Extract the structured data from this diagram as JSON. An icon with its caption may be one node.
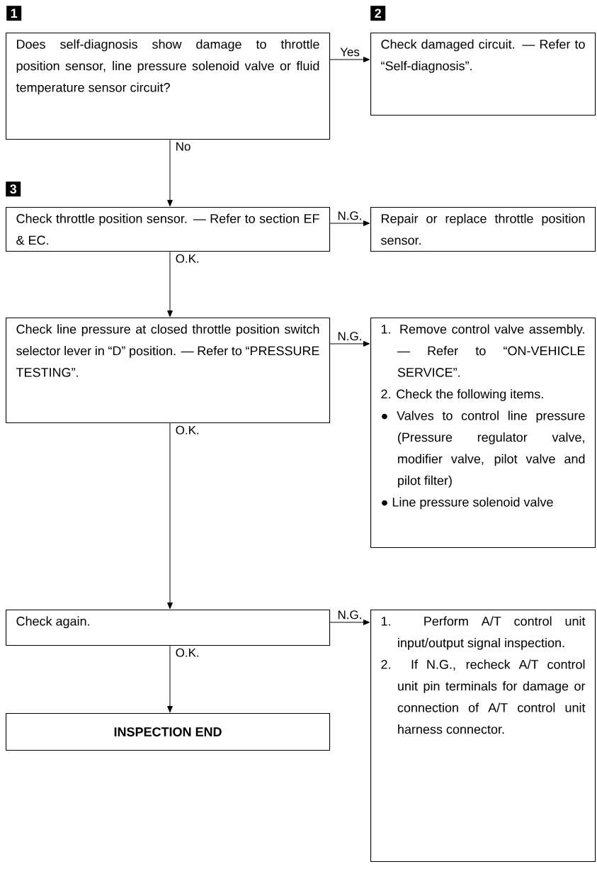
{
  "diagram": {
    "nodes": [
      {
        "text": [
          "Does self-diagnosis show damage to throttle position sensor, line pressure solenoid valve or fluid temperature sensor circuit?"
        ]
      },
      {
        "text": [
          "Check damaged circuit. — Refer to “Self-diagnosis”."
        ]
      },
      {
        "text": [
          "Check throttle position sensor. — Refer to section EF & EC."
        ]
      },
      {
        "text": [
          "Repair or replace throttle position sensor."
        ]
      },
      {
        "text": [
          "Check line pressure at closed throttle position switch selector lever in “D” position. — Refer to “PRESSURE TESTING”."
        ]
      },
      {
        "text": [
          "1. Remove control valve assembly. — Refer to “ON-VEHICLE SERVICE”.",
          "2. Check the following items.",
          "● Valves to control line pressure (Pressure regulator valve, modifier valve, pilot valve and pilot filter)",
          "● Line pressure solenoid valve"
        ]
      },
      {
        "text": [
          "Check again."
        ]
      },
      {
        "text": [
          "1. Perform A/T control unit input/output signal inspection.",
          "2. If N.G., recheck A/T control unit pin terminals for damage or connection of A/T control unit harness connector."
        ]
      },
      {
        "text": [
          "INSPECTION END"
        ]
      }
    ],
    "edges": [
      {
        "from": 0,
        "to": 1,
        "arrow": "to",
        "label": "Yes"
      },
      {
        "from": 0,
        "to": 2,
        "arrow": "to",
        "label": "No"
      },
      {
        "from": 2,
        "to": 3,
        "arrow": "to",
        "label": "N.G."
      },
      {
        "from": 2,
        "to": 4,
        "arrow": "to",
        "label": "O.K."
      },
      {
        "from": 4,
        "to": 5,
        "arrow": "to",
        "label": "N.G."
      },
      {
        "from": 4,
        "to": 6,
        "arrow": "to",
        "label": "O.K."
      },
      {
        "from": 6,
        "to": 7,
        "arrow": "to",
        "label": "N.G."
      },
      {
        "from": 6,
        "to": 8,
        "arrow": "to",
        "label": "O.K."
      }
    ],
    "labels": [
      "1",
      "2",
      "3"
    ]
  }
}
